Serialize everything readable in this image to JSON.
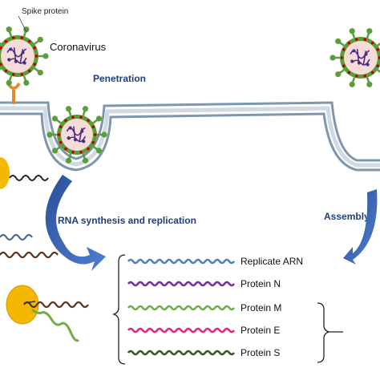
{
  "labels": {
    "spike_protein": "Spike protein",
    "coronavirus": "Coronavirus",
    "penetration": "Penetration",
    "rna_synthesis": "RNA synthesis and replication",
    "assembly": "Assembly"
  },
  "legend": [
    {
      "label": "Replicate ARN",
      "color": "#4f81bd"
    },
    {
      "label": "Protein N",
      "color": "#7030a0"
    },
    {
      "label": "Protein M",
      "color": "#70ad47"
    },
    {
      "label": "Protein E",
      "color": "#e0267a"
    },
    {
      "label": "Protein S",
      "color": "#375623"
    }
  ],
  "colors": {
    "virus_envelope": "#5a9e3a",
    "spike": "#c00000",
    "virus_interior": "#f6dcd8",
    "rna_inside_virus": "#4b2d86",
    "membrane": "#7f97ad",
    "arrow": "#2e5aa8",
    "ribosome": "#f5b800"
  }
}
